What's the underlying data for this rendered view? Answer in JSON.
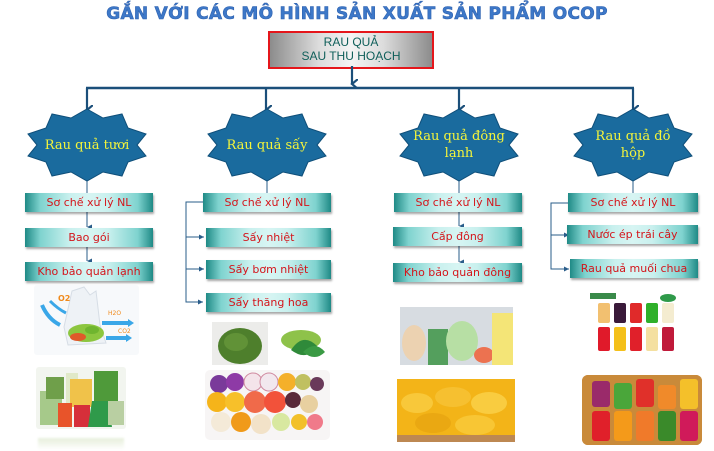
{
  "title": "GẮN VỚI CÁC MÔ HÌNH  SẢN XUẤT SẢN PHẨM OCOP",
  "root": {
    "line1": "RAU QUẢ",
    "line2": "SAU THU HOẠCH"
  },
  "colors": {
    "title_blue": "#3d78c8",
    "root_border": "#e5161b",
    "root_text": "#0f5f5a",
    "connector": "#1b4f7a",
    "star_fill": "#1a6b9e",
    "star_text": "#f5f53a",
    "step_teal": "#1f8a86",
    "step_text": "#d4151b"
  },
  "branches": [
    {
      "label": "Rau quả  tươi",
      "steps": [
        "Sơ chế xử lý NL",
        "Bao gói",
        "Kho bảo quản lạnh"
      ],
      "images": [
        "fresh-produce-in-breathable-bag (O2, H2O, CO2)",
        "packaged-fresh-vegetables"
      ],
      "image_labels": {
        "o2": "O2",
        "h2o": "H2O",
        "co2": "CO2"
      }
    },
    {
      "label": "Rau quả  sấy",
      "steps": [
        "Sơ chế xử lý NL",
        "Sấy nhiệt",
        "Sấy bơm nhiệt",
        "Sấy thăng hoa"
      ],
      "images": [
        "dried-green-powder",
        "green-powder-with-leaves",
        "assorted-dried-fruit-slices"
      ]
    },
    {
      "label_line1": "Rau quả  đông",
      "label_line2": "lạnh",
      "steps": [
        "Sơ chế xử lý NL",
        "Cấp đông",
        "Kho bảo quản đông"
      ],
      "images": [
        "frozen-vegetables-in-bags",
        "vacuum-packed-frozen-jackfruit"
      ]
    },
    {
      "label_line1": "Rau quả  đồ",
      "label_line2": "hộp",
      "steps": [
        "Sơ chế xử lý NL",
        "Nước ép trái cây",
        "Rau quả muối chua"
      ],
      "images": [
        "bottled-fruit-juices",
        "pickled-vegetables-in-jars"
      ]
    }
  ]
}
